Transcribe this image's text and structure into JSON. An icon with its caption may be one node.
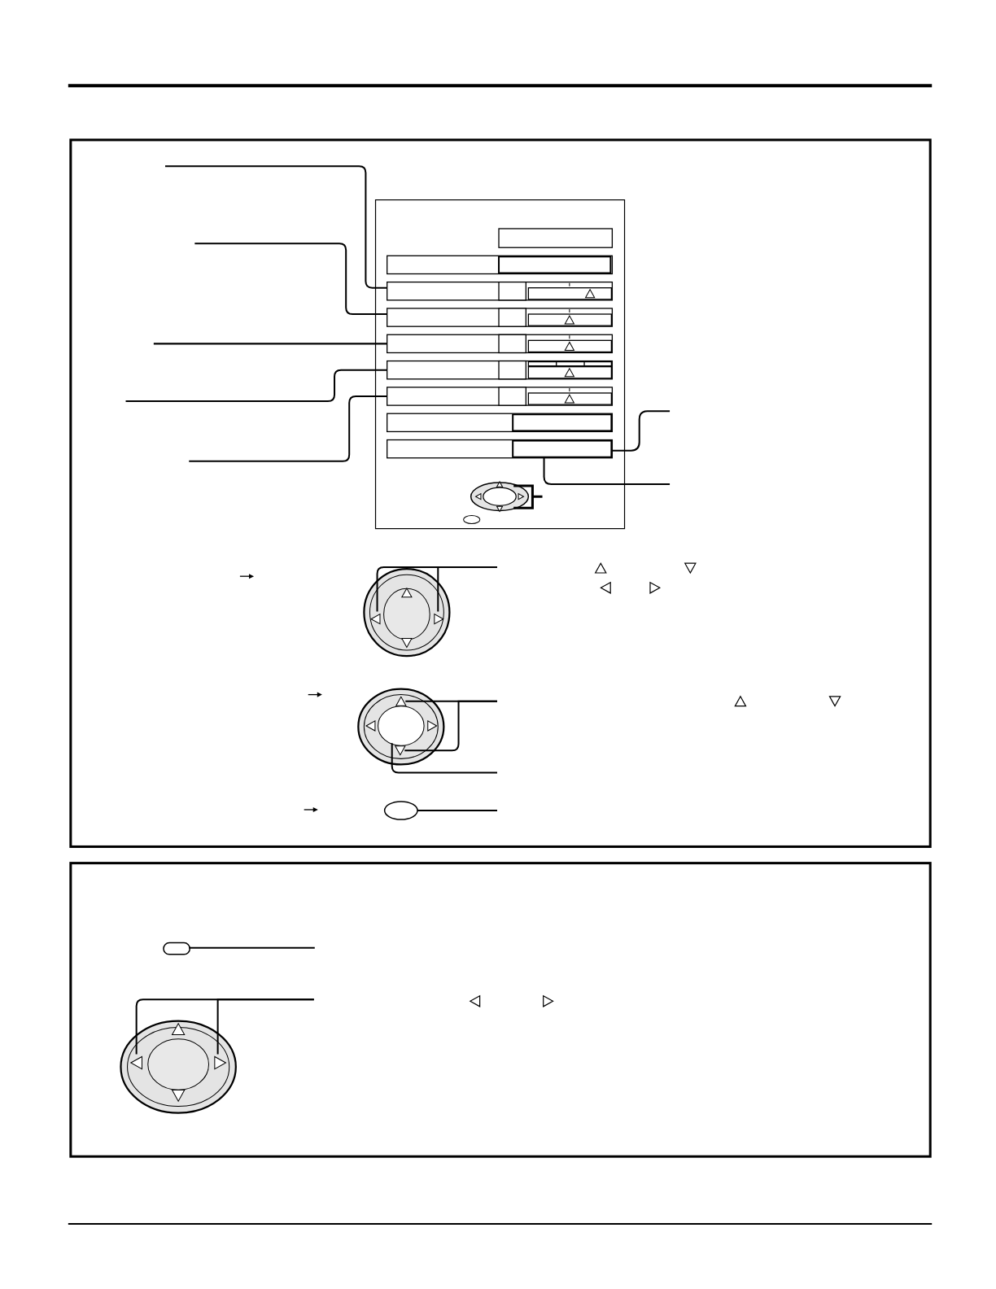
{
  "diagram": {
    "nodes": [
      {
        "text": [],
        "shape": "box"
      },
      {
        "text": [],
        "shape": "box",
        "in": 0
      },
      {
        "text": [],
        "shape": "box",
        "in": 0
      },
      {
        "text": [],
        "shape": "box",
        "in": 0
      },
      {
        "text": [],
        "shape": "box",
        "in": 0
      },
      {
        "text": [],
        "shape": "box",
        "in": 0
      },
      {
        "text": [],
        "shape": "box",
        "in": 0
      },
      {
        "text": [],
        "shape": "box",
        "in": 0
      },
      {
        "text": [],
        "shape": "box",
        "in": 0
      },
      {
        "text": [],
        "shape": "box",
        "in": 0
      },
      {
        "text": [],
        "shape": "box",
        "in": 9
      },
      {
        "text": [],
        "shape": "ellipse",
        "in": 0
      },
      {
        "text": [],
        "shape": "ellipse",
        "in": 0
      },
      {
        "text": [],
        "shape": "ellipse"
      },
      {
        "text": [],
        "shape": "triangle",
        "in": 13
      },
      {
        "text": [],
        "shape": "triangle",
        "in": 13
      },
      {
        "text": [],
        "shape": "ellipse"
      },
      {
        "text": [],
        "shape": "triangle",
        "in": 16
      },
      {
        "text": [],
        "shape": "triangle",
        "in": 16
      },
      {
        "text": [],
        "shape": "ellipse",
        "in": 16
      },
      {
        "text": [],
        "shape": "ellipse"
      },
      {
        "text": [],
        "shape": "box"
      },
      {
        "text": [],
        "shape": "ellipse"
      },
      {
        "text": [],
        "shape": "triangle",
        "in": 22
      },
      {
        "text": [],
        "shape": "triangle",
        "in": 22
      }
    ],
    "edges": [
      {
        "from": null,
        "to": 3,
        "arrow": "none"
      },
      {
        "from": null,
        "to": 4,
        "arrow": "none"
      },
      {
        "from": null,
        "to": 5,
        "arrow": "none"
      },
      {
        "from": null,
        "to": 6,
        "arrow": "none"
      },
      {
        "from": null,
        "to": 7,
        "arrow": "none"
      },
      {
        "from": null,
        "to": 10,
        "arrow": "none"
      },
      {
        "from": null,
        "to": 10,
        "arrow": "none"
      },
      {
        "from": null,
        "to": 14,
        "arrow": "none"
      },
      {
        "from": null,
        "to": 15,
        "arrow": "none"
      },
      {
        "from": null,
        "to": 17,
        "arrow": "none"
      },
      {
        "from": null,
        "to": 18,
        "arrow": "none"
      },
      {
        "from": null,
        "to": 19,
        "arrow": "none"
      },
      {
        "from": null,
        "to": 20,
        "arrow": "none"
      },
      {
        "from": null,
        "to": 21,
        "arrow": "none"
      },
      {
        "from": null,
        "to": 23,
        "arrow": "none"
      },
      {
        "from": null,
        "to": 24,
        "arrow": "none"
      }
    ]
  }
}
